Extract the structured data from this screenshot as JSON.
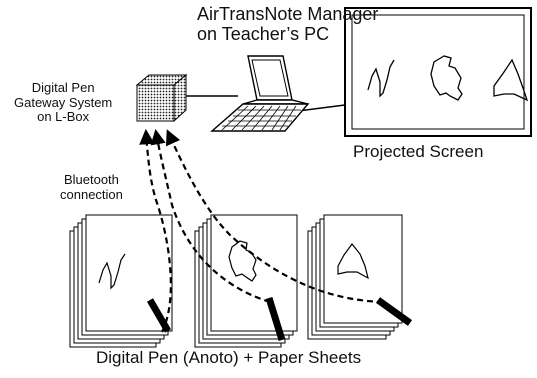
{
  "labels": {
    "manager_line1": "AirTransNote Manager",
    "manager_line2": "on Teacher’s PC",
    "gateway_line1": "Digital Pen",
    "gateway_line2": "Gateway System",
    "gateway_line3": "on L-Box",
    "bluetooth_line1": "Bluetooth",
    "bluetooth_line2": "connection",
    "projected_screen": "Projected Screen",
    "pens_and_paper": "Digital Pen (Anoto) + Paper Sheets"
  }
}
